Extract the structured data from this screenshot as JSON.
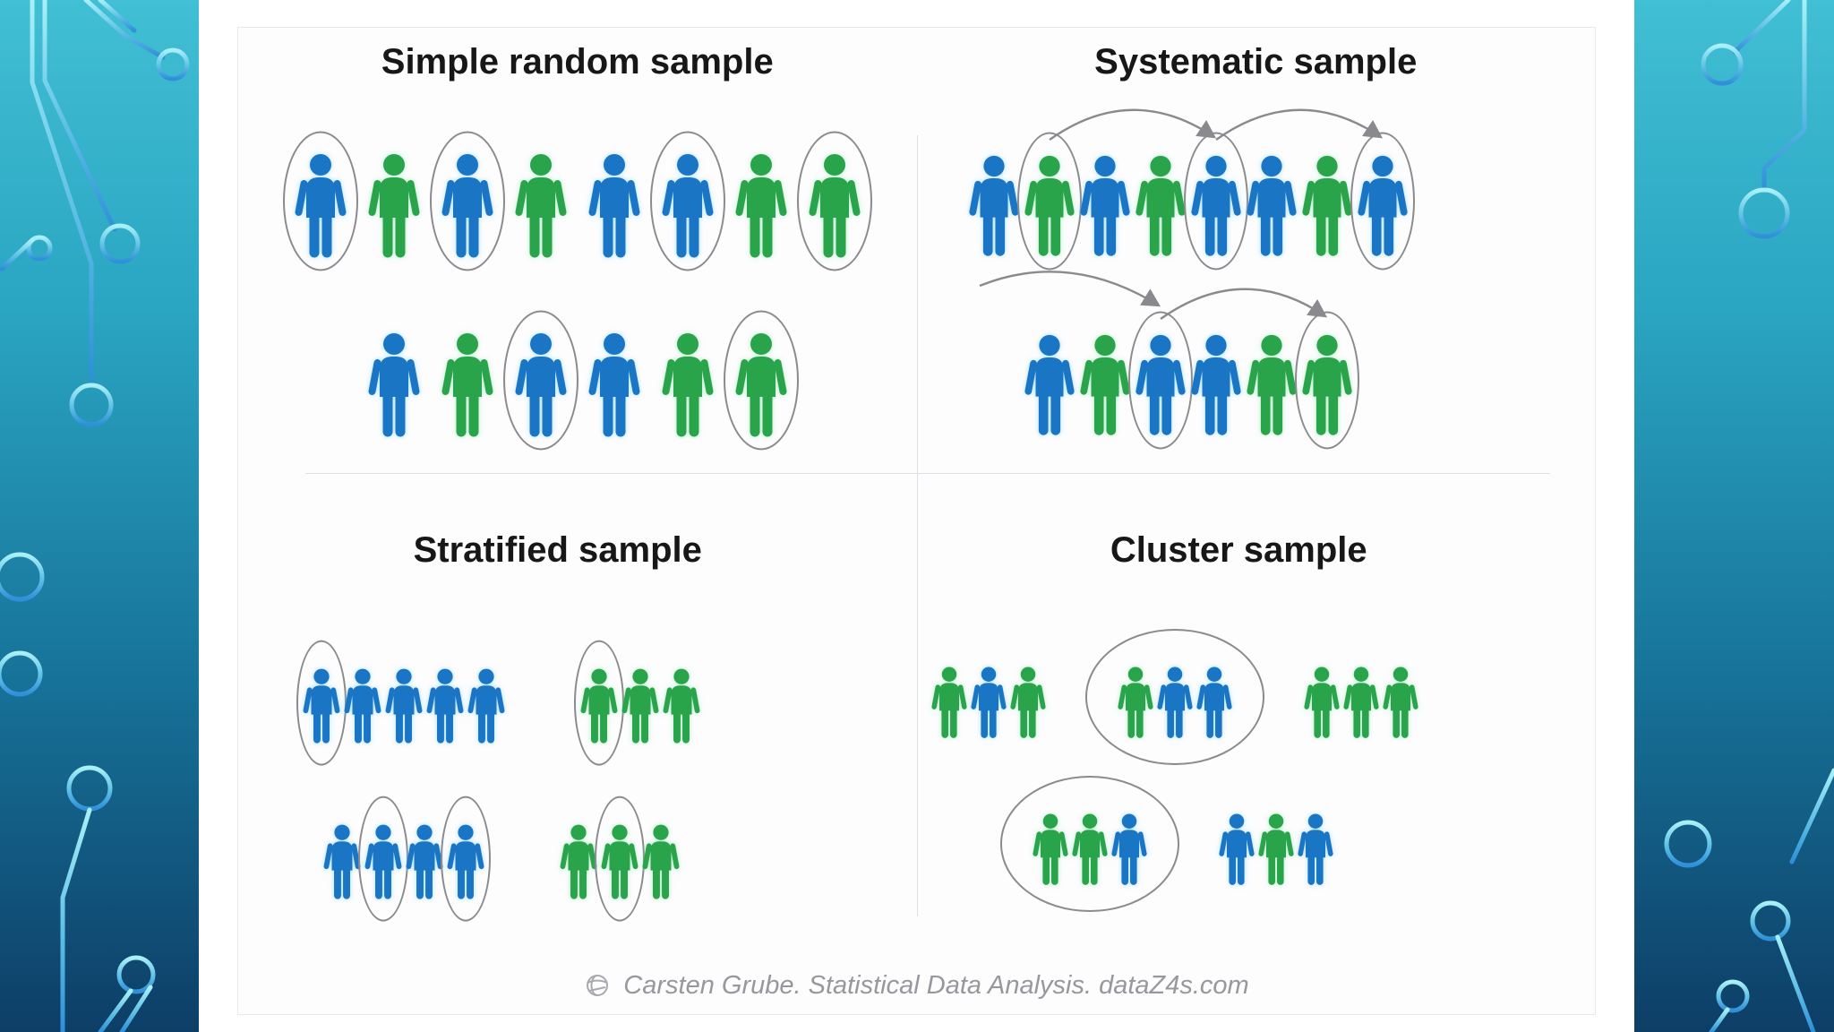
{
  "slide": {
    "colors": {
      "person_blue": "#1a76c5",
      "person_green": "#2aa44b",
      "selection_stroke": "#8b8b8f",
      "arrow_stroke": "#8a8a8e",
      "title_color": "#171717",
      "footer_color": "#97979d",
      "panel_bg": "#fdfdfe",
      "panel_border": "#e8e8ee",
      "divider": "#dfdfe8",
      "band_gradient_top": "#41bfd4",
      "band_gradient_mid": "#177299",
      "band_gradient_bottom": "#0d3e66",
      "circuit_line_top": "#a9f0f7",
      "circuit_line_bottom": "#2f8fd8"
    },
    "quadrants": [
      {
        "id": "simple-random-sample",
        "title": "Simple random sample",
        "rows": [
          {
            "groups": [
              {
                "circled_group": false,
                "people": [
                  {
                    "color": "blue",
                    "circled": true
                  },
                  {
                    "color": "green",
                    "circled": false
                  },
                  {
                    "color": "blue",
                    "circled": true
                  },
                  {
                    "color": "green",
                    "circled": false
                  },
                  {
                    "color": "blue",
                    "circled": false
                  },
                  {
                    "color": "blue",
                    "circled": true
                  },
                  {
                    "color": "green",
                    "circled": false
                  },
                  {
                    "color": "green",
                    "circled": true
                  }
                ]
              }
            ]
          },
          {
            "groups": [
              {
                "circled_group": false,
                "people": [
                  {
                    "color": "blue",
                    "circled": false
                  },
                  {
                    "color": "green",
                    "circled": false
                  },
                  {
                    "color": "blue",
                    "circled": true
                  },
                  {
                    "color": "blue",
                    "circled": false
                  },
                  {
                    "color": "green",
                    "circled": false
                  },
                  {
                    "color": "green",
                    "circled": true
                  }
                ]
              }
            ]
          }
        ],
        "arrows": []
      },
      {
        "id": "systematic-sample",
        "title": "Systematic sample",
        "rows": [
          {
            "groups": [
              {
                "circled_group": false,
                "people": [
                  {
                    "color": "blue",
                    "circled": false
                  },
                  {
                    "color": "green",
                    "circled": true
                  },
                  {
                    "color": "blue",
                    "circled": false
                  },
                  {
                    "color": "green",
                    "circled": false
                  },
                  {
                    "color": "blue",
                    "circled": true
                  },
                  {
                    "color": "blue",
                    "circled": false
                  },
                  {
                    "color": "green",
                    "circled": false
                  },
                  {
                    "color": "blue",
                    "circled": true
                  }
                ]
              }
            ]
          },
          {
            "groups": [
              {
                "circled_group": false,
                "people": [
                  {
                    "color": "blue",
                    "circled": false
                  },
                  {
                    "color": "green",
                    "circled": false
                  },
                  {
                    "color": "blue",
                    "circled": true
                  },
                  {
                    "color": "blue",
                    "circled": false
                  },
                  {
                    "color": "green",
                    "circled": false
                  },
                  {
                    "color": "green",
                    "circled": true
                  }
                ]
              }
            ]
          }
        ],
        "arrows": [
          {
            "row": 0,
            "from": 1,
            "to": 4
          },
          {
            "row": 0,
            "from": 4,
            "to": 7
          },
          {
            "row": 1,
            "from": -1,
            "to": 2
          },
          {
            "row": 1,
            "from": 2,
            "to": 5
          }
        ]
      },
      {
        "id": "stratified-sample",
        "title": "Stratified sample",
        "rows": [
          {
            "groups": [
              {
                "circled_group": false,
                "people": [
                  {
                    "color": "blue",
                    "circled": true
                  },
                  {
                    "color": "blue",
                    "circled": false
                  },
                  {
                    "color": "blue",
                    "circled": false
                  },
                  {
                    "color": "blue",
                    "circled": false
                  },
                  {
                    "color": "blue",
                    "circled": false
                  }
                ]
              },
              {
                "circled_group": false,
                "people": [
                  {
                    "color": "green",
                    "circled": true
                  },
                  {
                    "color": "green",
                    "circled": false
                  },
                  {
                    "color": "green",
                    "circled": false
                  }
                ]
              }
            ]
          },
          {
            "groups": [
              {
                "circled_group": false,
                "people": [
                  {
                    "color": "blue",
                    "circled": false
                  },
                  {
                    "color": "blue",
                    "circled": true
                  },
                  {
                    "color": "blue",
                    "circled": false
                  },
                  {
                    "color": "blue",
                    "circled": true
                  }
                ]
              },
              {
                "circled_group": false,
                "people": [
                  {
                    "color": "green",
                    "circled": false
                  },
                  {
                    "color": "green",
                    "circled": true
                  },
                  {
                    "color": "green",
                    "circled": false
                  }
                ]
              }
            ]
          }
        ],
        "arrows": []
      },
      {
        "id": "cluster-sample",
        "title": "Cluster sample",
        "rows": [
          {
            "groups": [
              {
                "circled_group": false,
                "people": [
                  {
                    "color": "green",
                    "circled": false
                  },
                  {
                    "color": "blue",
                    "circled": false
                  },
                  {
                    "color": "green",
                    "circled": false
                  }
                ]
              },
              {
                "circled_group": true,
                "people": [
                  {
                    "color": "green",
                    "circled": false
                  },
                  {
                    "color": "blue",
                    "circled": false
                  },
                  {
                    "color": "blue",
                    "circled": false
                  }
                ]
              },
              {
                "circled_group": false,
                "people": [
                  {
                    "color": "green",
                    "circled": false
                  },
                  {
                    "color": "green",
                    "circled": false
                  },
                  {
                    "color": "green",
                    "circled": false
                  }
                ]
              }
            ]
          },
          {
            "groups": [
              {
                "circled_group": true,
                "people": [
                  {
                    "color": "green",
                    "circled": false
                  },
                  {
                    "color": "green",
                    "circled": false
                  },
                  {
                    "color": "blue",
                    "circled": false
                  }
                ]
              },
              {
                "circled_group": false,
                "people": [
                  {
                    "color": "blue",
                    "circled": false
                  },
                  {
                    "color": "green",
                    "circled": false
                  },
                  {
                    "color": "blue",
                    "circled": false
                  }
                ]
              }
            ]
          }
        ],
        "arrows": []
      }
    ],
    "footer": {
      "icon": "globe-icon",
      "credit": "Carsten Grube. Statistical Data Analysis. dataZ4s.com"
    }
  }
}
